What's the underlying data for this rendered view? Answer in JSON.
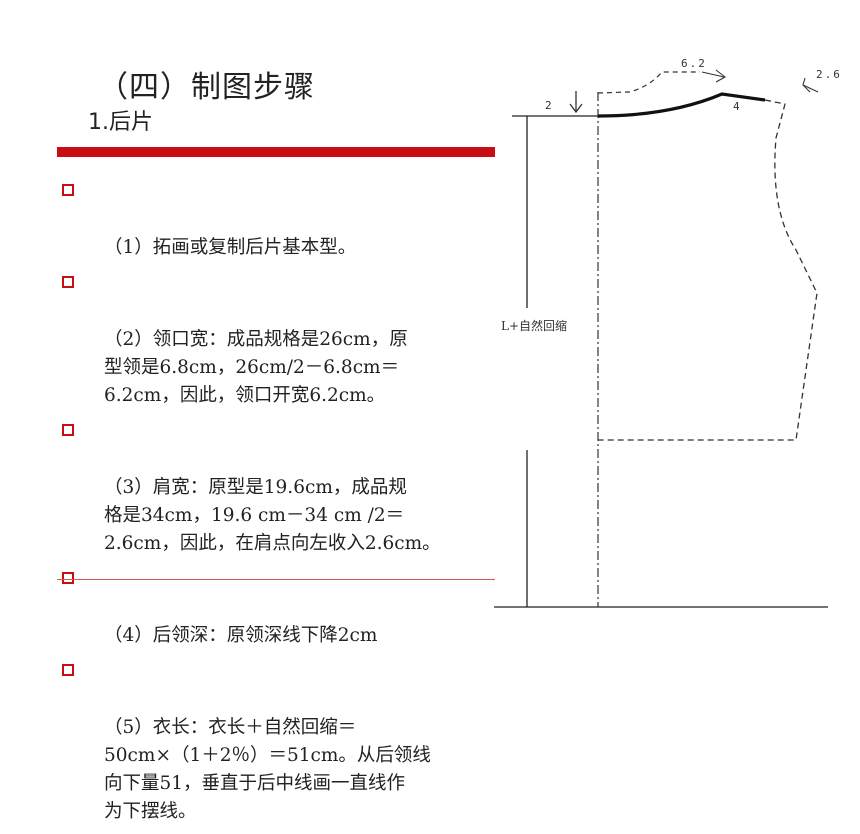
{
  "header": {
    "title": "（四）制图步骤",
    "subtitle": "1.后片"
  },
  "steps": [
    {
      "text": "（1）拓画或复制后片基本型。"
    },
    {
      "text": "（2）领口宽：成品规格是26cm，原\n型领是6.8cm，26cm/2－6.8cm＝\n6.2cm，因此，领口开宽6.2cm。"
    },
    {
      "text": "（3）肩宽：原型是19.6cm，成品规\n格是34cm，19.6 cm－34 cm /2＝\n2.6cm，因此，在肩点向左收入2.6cm。"
    },
    {
      "text": "（4）后领深：原领深线下降2cm"
    },
    {
      "text": "（5）衣长：衣长＋自然回缩＝\n50cm×（1＋2％）＝51cm。从后领线\n向下量51，垂直于后中线画一直线作\n为下摆线。"
    }
  ],
  "diagram": {
    "neck_width_label": "6.2",
    "shoulder_label": "2.6",
    "neck_drop_label": "2",
    "shoulder_mark_label": "4",
    "length_label": "L+自然回缩"
  },
  "colors": {
    "accent": "#c80e12",
    "rule": "#d9564b"
  }
}
